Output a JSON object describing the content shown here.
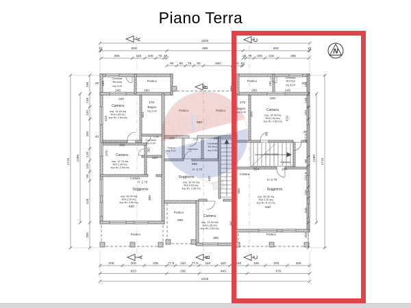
{
  "title": "Piano Terra",
  "compass_letter": "N",
  "watermark": {
    "re": "RE",
    "slash": "/",
    "max": "MAX"
  },
  "colors": {
    "highlight": "#de4449",
    "watermark_red": "#b63a35",
    "watermark_blue": "#2b4c9c"
  },
  "markers": {
    "top_a": "A'",
    "top_b": "B'",
    "top_c": "C'",
    "bot_a": "A",
    "bot_b": "B",
    "bot_c": "C"
  },
  "dimensions": {
    "top": {
      "total": "1915",
      "row2": [
        "10",
        "600",
        "695",
        "600",
        "10"
      ],
      "row3_left": [
        "285",
        "115",
        "100",
        "75",
        "25"
      ],
      "row3_right": [
        "25",
        "75",
        "100",
        "115",
        "285"
      ],
      "row4": [
        "90",
        "80",
        "75",
        "90",
        "260",
        "90",
        "10"
      ]
    },
    "bottom": {
      "row1": [
        "205",
        "200",
        "205",
        "77.5",
        "140",
        "77.5",
        "160",
        "120",
        "160",
        "165",
        "200",
        "205"
      ],
      "row2": [
        "610",
        "295",
        "440",
        "570"
      ],
      "total": "1915"
    },
    "left": {
      "segments": [
        "185",
        "130",
        "120",
        "292",
        "120",
        "110",
        "90",
        "418",
        "250"
      ],
      "middle": "1280",
      "outer": "1715"
    },
    "right": {
      "segments": [
        "185",
        "130",
        "120",
        "372.5",
        "90",
        "212.5",
        "110",
        "245",
        "250"
      ],
      "middle": "1280",
      "outer": "1715"
    }
  },
  "labels": {
    "ct_l1": "Centrale",
    "ct_l2": "Termica",
    "ct_l_mq": "mq 6.04",
    "d245_l": "245",
    "portico_tl": "Portico",
    "d290_l": "290",
    "d20_l": "20",
    "d165_l": "165",
    "cam1": "Camera",
    "cam1_sup": "sup. 14.48 mq",
    "cam1_ra": "R/A 1.84 mq",
    "cam1_fin": "sup fin. 2.84 mq",
    "d340_l": "340",
    "d415_l": "415",
    "bag1": "Bagno",
    "bag1_mq": "mq 5.04",
    "d178_l": "178",
    "d303_l": "303",
    "h250": "2.50",
    "corridoio": "Corridoio",
    "corridoio_mq": "mq 4.94",
    "cam2": "Camera",
    "cam2_sup": "sup. 10.75 mq",
    "cam2_ra": "R/A 1.34 mq",
    "cam2_fin": "sup fin. 2.64 mq",
    "d398": "398",
    "d270": "270",
    "d382": "382",
    "d120": "120",
    "d40_l": "40",
    "cottura_l": "Cottura",
    "h270_l": "H. 2.70",
    "sog_l": "Soggiorno",
    "sog_l_sup": "sup. 26.39 mq",
    "sog_l_ra": "R/A 3.29 mq",
    "sog_l_fin": "sup fin. 3.80 mq",
    "d530_l": "530",
    "d480": "480",
    "portico_bl": "Portico",
    "portico_c1": "Portico",
    "portico_c2": "Portico",
    "d695": "695",
    "d230": "230",
    "d121": "121",
    "d190": "190",
    "bag_c": "Bagno",
    "bag_c_mq": "mq 4.97",
    "ingresso_c": "Ingresso",
    "ct_c1": "Centrale",
    "ct_c2": "Termica",
    "ct_c_mq": "mq 3.90",
    "d595": "595",
    "h270_c": "H. 2.70",
    "sog_c": "Soggiorno",
    "sog_c_sup": "sup. 32.49 mq",
    "sog_c_ra": "R/A 2.63 mq",
    "sog_c_fin": "sup fin. 3.28 mq",
    "d400": "400",
    "portico_bc": "Portico",
    "d295": "295",
    "cam_c": "Camera",
    "cam_c_sup": "sup. 13.48 mq",
    "cam_c_ra": "R/A 1.38 mq",
    "cam_c_fin": "sup fin. 2.64 mq",
    "d360": "360",
    "d441": "441",
    "portico_tr": "Portico",
    "d290_r": "290",
    "ct_r1": "Centrale",
    "ct_r2": "Termica",
    "ct_r_mq": "mq 6.04",
    "d245_r": "245",
    "d20_r": "20",
    "d165_r": "165",
    "cam_r": "Camera",
    "cam_r_sup": "sup. 14.48 mq",
    "cam_r_ra": "R/A 1.84 mq",
    "cam_r_fin": "sup fin. 2.84 mq",
    "d340_r": "340",
    "d410": "410",
    "bag_r": "Bagno",
    "bag_r_mq": "mq 5.04",
    "d178_r": "178",
    "d303_r": "303",
    "d85": "85",
    "d40_r": "40",
    "vano_scala": "Vano scala",
    "ingresso_r": "Ingresso",
    "d354": "354",
    "d164": "164",
    "cottura_r": "Cottura",
    "h270_r": "H. 2.70",
    "sog_r": "Soggiorno",
    "sog_r_sup": "sup. 50.36 mq",
    "sog_r_ra": "R/A 3.75 mq",
    "sog_r_fin": "sup fin. 5.72 mq",
    "d530_r": "530",
    "d566": "566",
    "portico_br": "Portico"
  }
}
